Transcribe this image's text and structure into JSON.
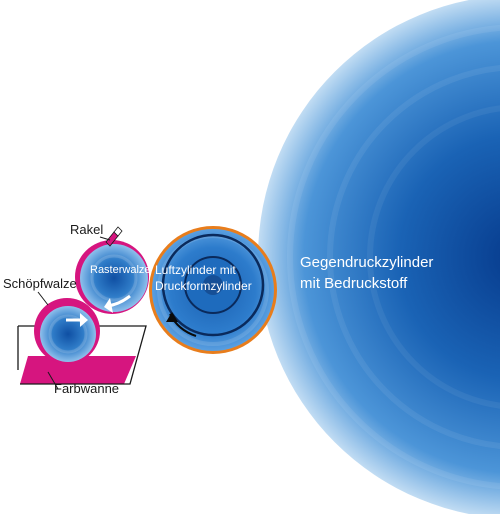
{
  "labels": {
    "rakel": "Rakel",
    "rasterwalze": "Rasterwalze",
    "schoepfwalze": "Schöpfwalze",
    "farbwanne": "Farbwanne",
    "luftzylinder_line1": "Luftzylinder mit",
    "luftzylinder_line2": "Druckformzylinder",
    "gegendruck_line1": "Gegendruckzylinder",
    "gegendruck_line2": "mit Bedruckstoff"
  },
  "colors": {
    "cylinder_blue": "#1a63b5",
    "cylinder_light": "#7fb3e6",
    "ink_magenta": "#d6157f",
    "plate_orange": "#e87d1c",
    "outline": "#1a1a1a"
  },
  "icons": {
    "direction_arrows": "curved-arrow-icon"
  }
}
